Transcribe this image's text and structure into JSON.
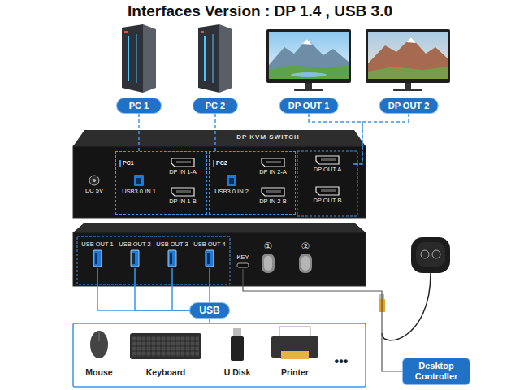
{
  "diagram": {
    "title": "Interfaces Version : DP 1.4 , USB 3.0",
    "nodes": [
      {
        "text": [
          "PC 1"
        ]
      },
      {
        "text": [
          "PC 2"
        ]
      },
      {
        "text": [
          "DP OUT 1"
        ]
      },
      {
        "text": [
          "DP OUT 2"
        ]
      },
      {
        "text": [
          "DC 5V"
        ]
      },
      {
        "text": [
          "PC1"
        ]
      },
      {
        "text": [
          "USB3.0 IN 1"
        ],
        "in": 5
      },
      {
        "text": [
          "DP IN 1-A"
        ],
        "in": 5
      },
      {
        "text": [
          "DP IN 1-B"
        ],
        "in": 5
      },
      {
        "text": [
          "PC2"
        ]
      },
      {
        "text": [
          "USB3.0 IN 2"
        ],
        "in": 9
      },
      {
        "text": [
          "DP IN 2-A"
        ],
        "in": 9
      },
      {
        "text": [
          "DP IN 2-B"
        ],
        "in": 9
      },
      {
        "text": [
          "DP OUT A"
        ]
      },
      {
        "text": [
          "DP OUT B"
        ]
      },
      {
        "text": [
          "USB OUT 1"
        ]
      },
      {
        "text": [
          "USB OUT 2"
        ]
      },
      {
        "text": [
          "USB OUT 3"
        ]
      },
      {
        "text": [
          "USB OUT 4"
        ]
      },
      {
        "text": [
          "KEY"
        ]
      },
      {
        "text": [
          "①"
        ]
      },
      {
        "text": [
          "②"
        ]
      },
      {
        "text": [
          "USB"
        ]
      },
      {
        "text": [
          "Desktop Controller"
        ]
      }
    ],
    "edges": [
      {
        "from": 0,
        "to": 5,
        "arrow": "none"
      },
      {
        "from": 1,
        "to": 9,
        "arrow": "none"
      },
      {
        "from": 2,
        "to": 13,
        "arrow": "none"
      },
      {
        "from": 3,
        "to": 13,
        "arrow": "none"
      },
      {
        "from": 15,
        "to": 22,
        "arrow": "none"
      },
      {
        "from": 16,
        "to": 22,
        "arrow": "none"
      },
      {
        "from": 17,
        "to": 22,
        "arrow": "none"
      },
      {
        "from": 18,
        "to": 22,
        "arrow": "none"
      },
      {
        "from": 23,
        "to": 19,
        "arrow": "none"
      }
    ],
    "labels": [
      "DP KVM SWITCH",
      "Mouse",
      "Keyboard",
      "U Disk",
      "Printer",
      "•••"
    ]
  }
}
